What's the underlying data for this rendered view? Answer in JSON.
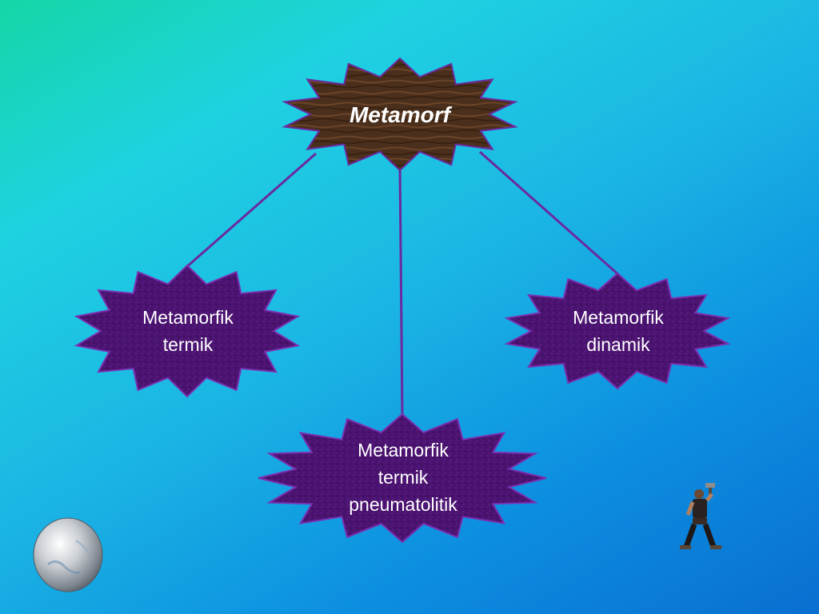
{
  "diagram": {
    "root": {
      "label": "Metamorf"
    },
    "children": [
      {
        "label_line1": "Metamorfik",
        "label_line2": "termik"
      },
      {
        "label_line1": "Metamorfik",
        "label_line2": "dinamik"
      },
      {
        "label_line1": "Metamorfik",
        "label_line2": "termik",
        "label_line3": "pneumatolitik"
      }
    ]
  },
  "colors": {
    "root_fill": "#4a2f1c",
    "node_fill": "#4b1370",
    "node_stroke": "#7a2fb0",
    "connector": "#6a2aa0",
    "text": "#ffffff"
  },
  "icons": {
    "sphere": "gray-sphere-icon",
    "figure": "caveman-with-axe-icon"
  }
}
